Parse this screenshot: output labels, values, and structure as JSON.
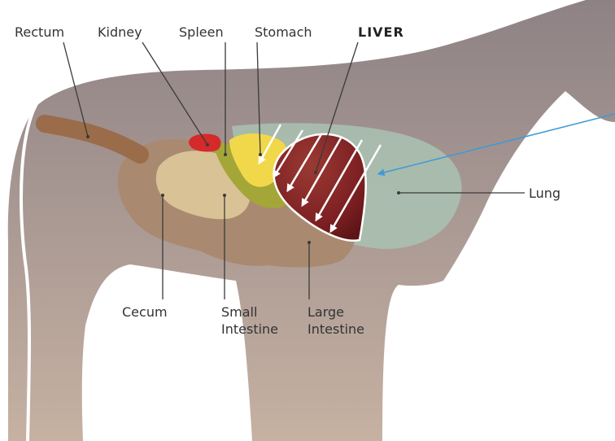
{
  "labels": {
    "rectum": "Rectum",
    "kidney": "Kidney",
    "spleen": "Spleen",
    "stomach": "Stomach",
    "liver": "LIVER",
    "lung": "Lung",
    "cecum": "Cecum",
    "small_intestine": [
      "Small",
      "Intestine"
    ],
    "large_intestine": [
      "Large",
      "Intestine"
    ]
  },
  "colors": {
    "body_top": "#8e8285",
    "body_bottom": "#c6b1a2",
    "rectum": "#9a6c4a",
    "kidney": "#d42a2a",
    "spleen": "#a5a638",
    "stomach": "#f1d84a",
    "liver": "#8a2427",
    "lung": "#a9c2b1",
    "large_intestine": "#a98a70",
    "small_intestine": "#d9c396",
    "leader_line": "#3a3a3a",
    "arrows": "#ffffff",
    "pointer_arrow": "#3d9ad8"
  },
  "icons": {
    "arrow": "white-arrow-icon",
    "pointer": "blue-arrow-icon"
  }
}
